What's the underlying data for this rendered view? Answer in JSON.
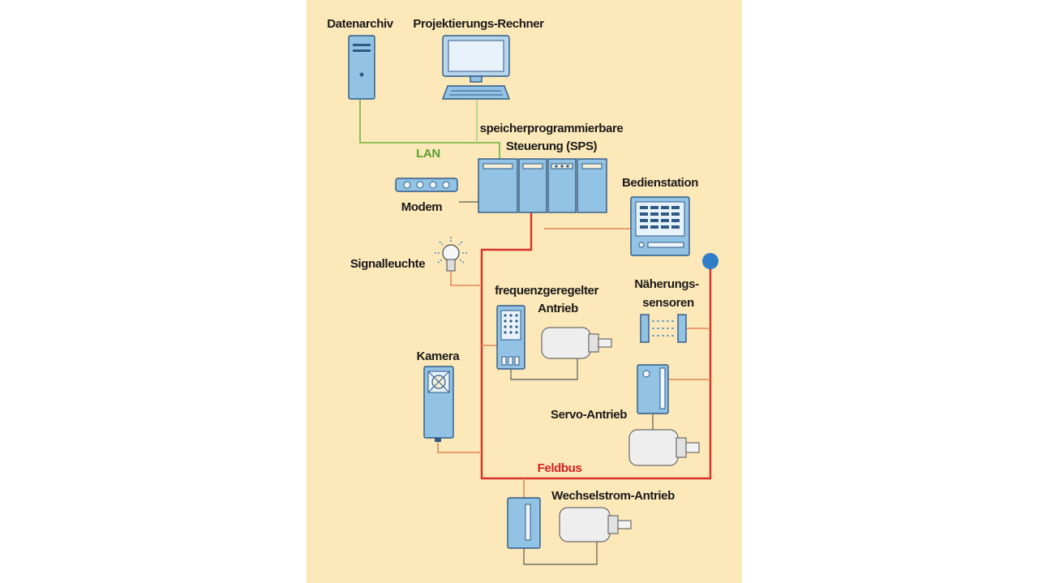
{
  "labels": {
    "datenarchiv": "Datenarchiv",
    "projektierung": "Projektierungs-Rechner",
    "sps_line1": "speicherprogrammierbare",
    "sps_line2": "Steuerung (SPS)",
    "lan": "LAN",
    "modem": "Modem",
    "bedienstation": "Bedienstation",
    "signalleuchte": "Signalleuchte",
    "fu_line1": "frequenzgeregelter",
    "fu_line2": "Antrieb",
    "naeherung_line1": "Näherungs-",
    "naeherung_line2": "sensoren",
    "kamera": "Kamera",
    "servo": "Servo-Antrieb",
    "feldbus": "Feldbus",
    "wechselstrom": "Wechselstrom-Antrieb"
  },
  "colors": {
    "background": "#fce8b8",
    "device": "#92c2e4",
    "device_outline": "#2e5a86",
    "fieldbus": "#d4322a",
    "lan": "#6db33f",
    "branch": "#e0865a"
  }
}
